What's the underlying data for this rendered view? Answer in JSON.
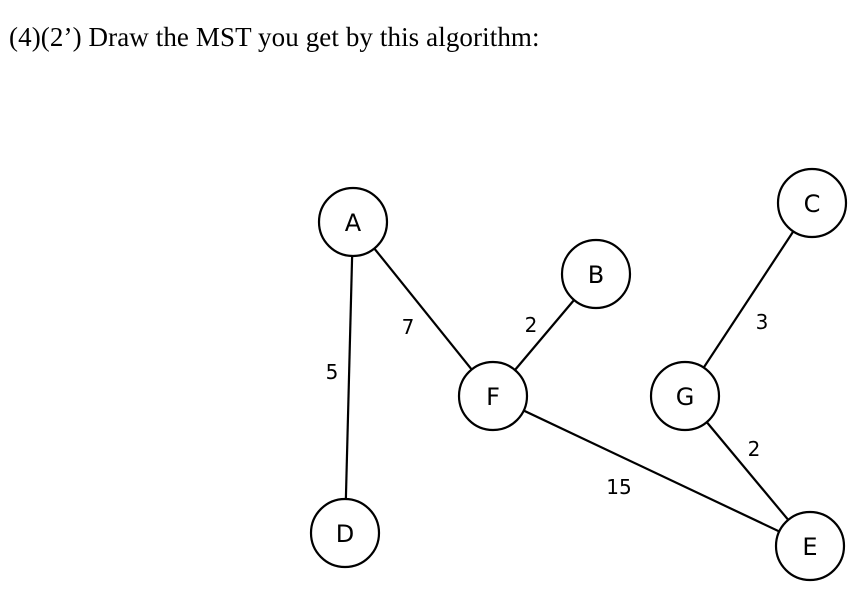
{
  "question": {
    "text": "(4)(2’) Draw the MST you get by this algorithm:"
  },
  "graph": {
    "nodes": [
      {
        "id": "A",
        "label": "A"
      },
      {
        "id": "B",
        "label": "B"
      },
      {
        "id": "C",
        "label": "C"
      },
      {
        "id": "D",
        "label": "D"
      },
      {
        "id": "E",
        "label": "E"
      },
      {
        "id": "F",
        "label": "F"
      },
      {
        "id": "G",
        "label": "G"
      }
    ],
    "edges": [
      {
        "from": "A",
        "to": "D",
        "weight": "5"
      },
      {
        "from": "A",
        "to": "F",
        "weight": "7"
      },
      {
        "from": "F",
        "to": "B",
        "weight": "2"
      },
      {
        "from": "F",
        "to": "E",
        "weight": "15"
      },
      {
        "from": "G",
        "to": "C",
        "weight": "3"
      },
      {
        "from": "G",
        "to": "E",
        "weight": "2"
      }
    ]
  }
}
